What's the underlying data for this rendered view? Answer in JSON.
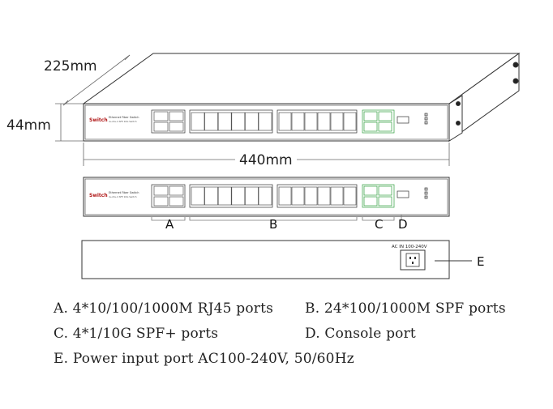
{
  "dimensions": {
    "depth": "225mm",
    "height": "44mm",
    "width": "440mm"
  },
  "brand": {
    "name": "Switch",
    "title": "Ethernet Fiber Switch",
    "subtitle": "4+24+4 SFP 10G Switch"
  },
  "rear_panel": {
    "power_label": "AC IN 100-240V"
  },
  "callouts": [
    "A",
    "B",
    "C",
    "D",
    "E"
  ],
  "legend": {
    "a": "A. 4*10/100/1000M RJ45 ports",
    "b": "B. 24*100/1000M SPF ports",
    "c": "C. 4*1/10G SPF+ ports",
    "d": "D. Console port",
    "e": "E. Power input port AC100-240V, 50/60Hz"
  },
  "colors": {
    "stroke": "#333333",
    "brand": "#b01818",
    "sfp_plus": "#2e9e3e"
  }
}
